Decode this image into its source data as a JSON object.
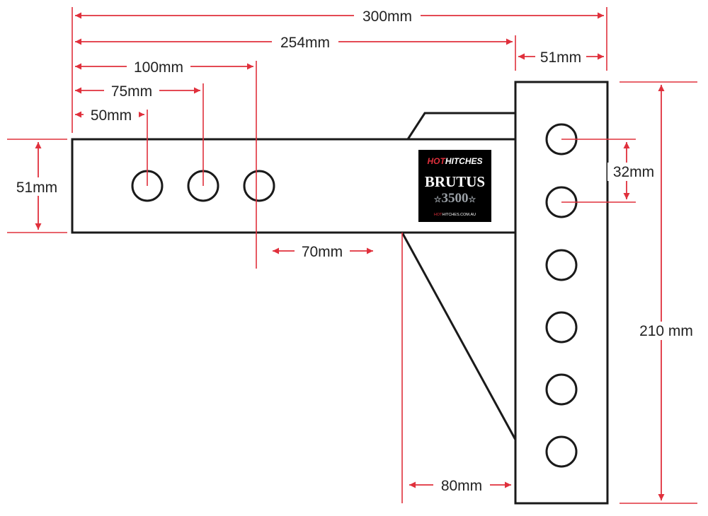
{
  "colors": {
    "dimension_line": "#e0303c",
    "outline": "#1a1a1a",
    "label": "#222222",
    "logo_bg": "#000000",
    "logo_accent": "#e0303c",
    "logo_text": "#ffffff",
    "logo_number": "#9aa0a6"
  },
  "dimensions": {
    "overall_length": "300mm",
    "shank_length": "254mm",
    "hole_3": "100mm",
    "hole_2": "75mm",
    "hole_1": "50mm",
    "plate_width": "51mm",
    "shank_height": "51mm",
    "hole_spacing": "32mm",
    "plate_height": "210 mm",
    "gusset_top": "70mm",
    "gusset_bottom": "80mm"
  },
  "logo": {
    "brand_hot": "HOT",
    "brand_hitches": "HITCHES",
    "model": "BRUTUS",
    "number": "3500",
    "star": "☆",
    "website_hot": "HOT",
    "website_rest": "HITCHES.COM.AU"
  },
  "icons": {
    "arrow": "arrowhead-icon",
    "hole": "circle-hole-icon",
    "star": "star-icon"
  }
}
